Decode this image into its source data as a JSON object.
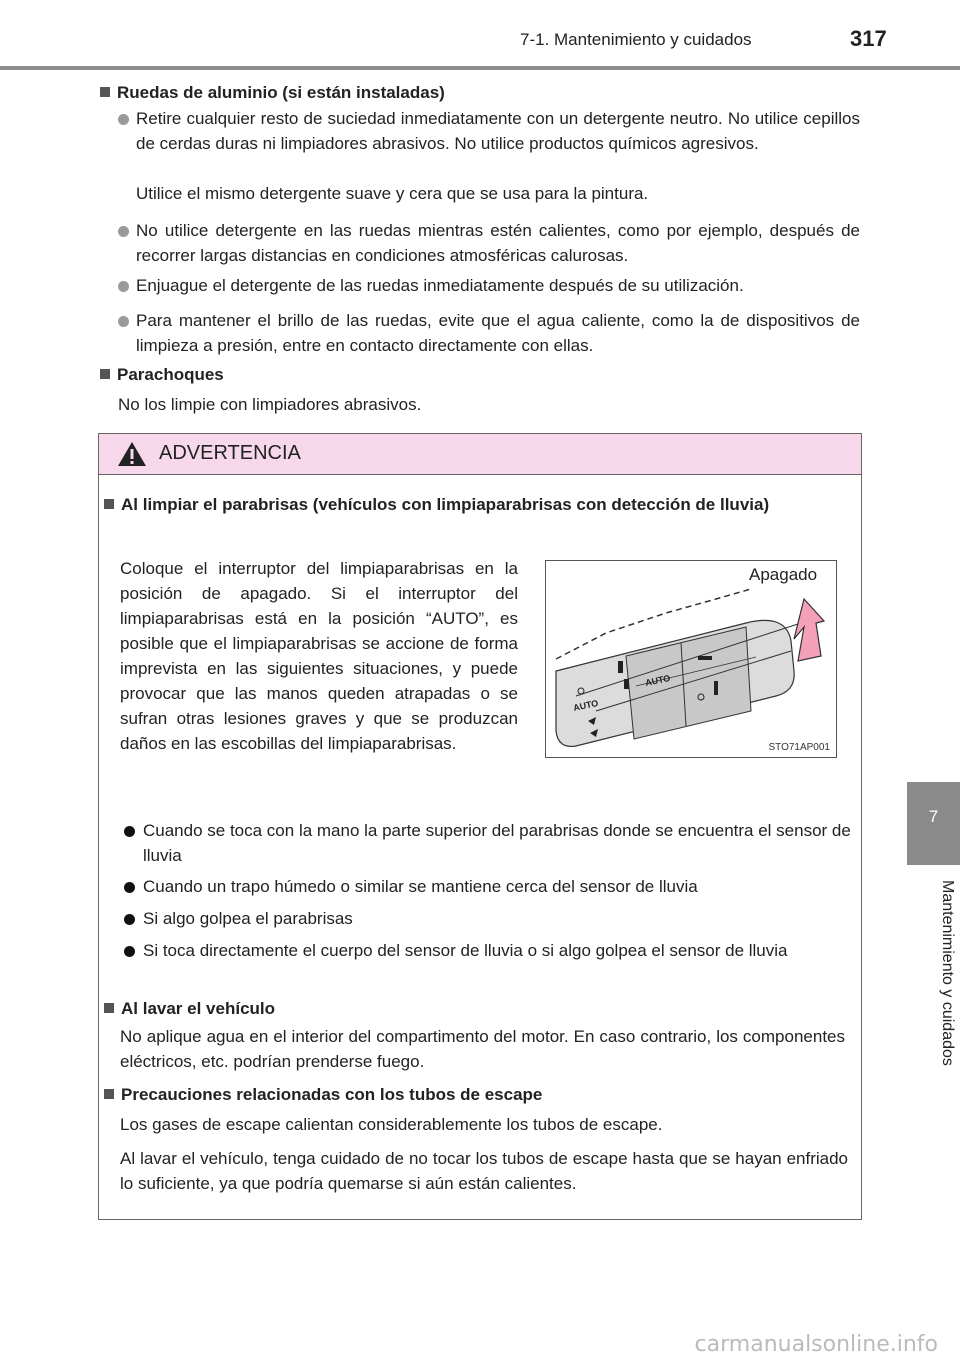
{
  "header": {
    "section": "7-1. Mantenimiento y cuidados",
    "page_number": "317"
  },
  "side_tab": {
    "number": "7",
    "label": "Mantenimiento y cuidados"
  },
  "wheels": {
    "heading": "Ruedas de aluminio (si están instaladas)",
    "bullets": [
      "Retire cualquier resto de suciedad inmediatamente con un detergente neutro. No utilice cepillos de cerdas duras ni limpiadores abrasivos. No utilice productos químicos agresivos.",
      "No utilice detergente en las ruedas mientras estén calientes, como por ejemplo, después de recorrer largas distancias en condiciones atmosféricas calurosas.",
      "Enjuague el detergente de las ruedas inmediatamente después de su utilización.",
      "Para mantener el brillo de las ruedas, evite que el agua caliente, como la de dispositivos de limpieza a presión, entre en contacto directamente con ellas."
    ],
    "bullet1_extra": "Utilice el mismo detergente suave y cera que se usa para la pintura."
  },
  "bumpers": {
    "heading": "Parachoques",
    "text": "No los limpie con limpiadores abrasivos."
  },
  "warning": {
    "title": "ADVERTENCIA",
    "windshield": {
      "heading": "Al limpiar el parabrisas (vehículos con limpiaparabrisas con detección de lluvia)",
      "text": "Coloque el interruptor del limpiaparabrisas en la posición de apagado. Si el interruptor del limpiaparabrisas está en la posición “AUTO”, es posible que el limpiaparabrisas se accione de forma imprevista en las siguientes situaciones, y puede provocar que las manos queden atrapadas o se sufran otras lesiones graves y que se produzcan daños en las escobillas del limpiaparabrisas.",
      "figure_label": "Apagado",
      "figure_code": "STO71AP001",
      "figure_auto1": "AUTO",
      "figure_auto2": "AUTO",
      "bullets": [
        "Cuando se toca con la mano la parte superior del parabrisas donde se encuentra el sensor de lluvia",
        "Cuando un trapo húmedo o similar se mantiene cerca del sensor de lluvia",
        "Si algo golpea el parabrisas",
        "Si toca directamente el cuerpo del sensor de lluvia o si algo golpea el sensor de lluvia"
      ]
    },
    "washing": {
      "heading": "Al lavar el vehículo",
      "text": "No aplique agua en el interior del compartimento del motor. En caso contrario, los componentes eléctricos, etc. podrían prenderse fuego."
    },
    "exhaust": {
      "heading": "Precauciones relacionadas con los tubos de escape",
      "text1": "Los gases de escape calientan considerablemente los tubos de escape.",
      "text2": "Al lavar el vehículo, tenga cuidado de no tocar los tubos de escape hasta que se hayan enfriado lo suficiente, ya que podría quemarse si aún están calientes."
    }
  },
  "footer": {
    "watermark": "carmanualsonline.info"
  },
  "colors": {
    "warning_header": "#f6d8ea",
    "side_tab": "#8a8a8a",
    "arrow": "#f4a0b8"
  }
}
